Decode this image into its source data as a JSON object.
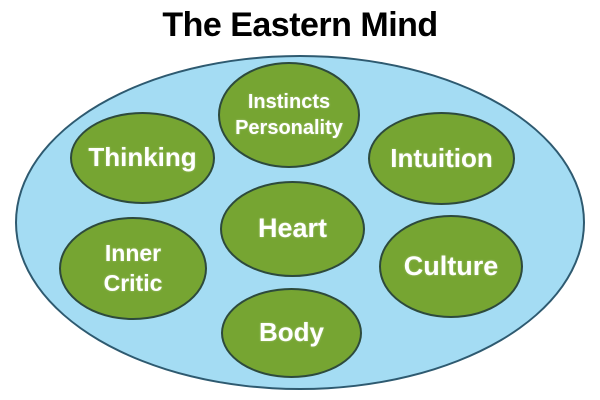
{
  "title": "The Eastern Mind",
  "diagram": {
    "bubbles": [
      {
        "id": "instincts-personality",
        "label": "Instincts\nPersonality"
      },
      {
        "id": "thinking",
        "label": "Thinking"
      },
      {
        "id": "intuition",
        "label": "Intuition"
      },
      {
        "id": "heart",
        "label": "Heart"
      },
      {
        "id": "inner-critic",
        "label": "Inner\nCritic"
      },
      {
        "id": "culture",
        "label": "Culture"
      },
      {
        "id": "body",
        "label": "Body"
      }
    ]
  },
  "colors": {
    "background": "#ffffff",
    "outer_ellipse_fill": "#a4dcf3",
    "outer_ellipse_border": "#2e5a70",
    "bubble_fill": "#76a532",
    "bubble_border": "#2d4a3c",
    "bubble_text": "#ffffff",
    "title_text": "#000000"
  }
}
